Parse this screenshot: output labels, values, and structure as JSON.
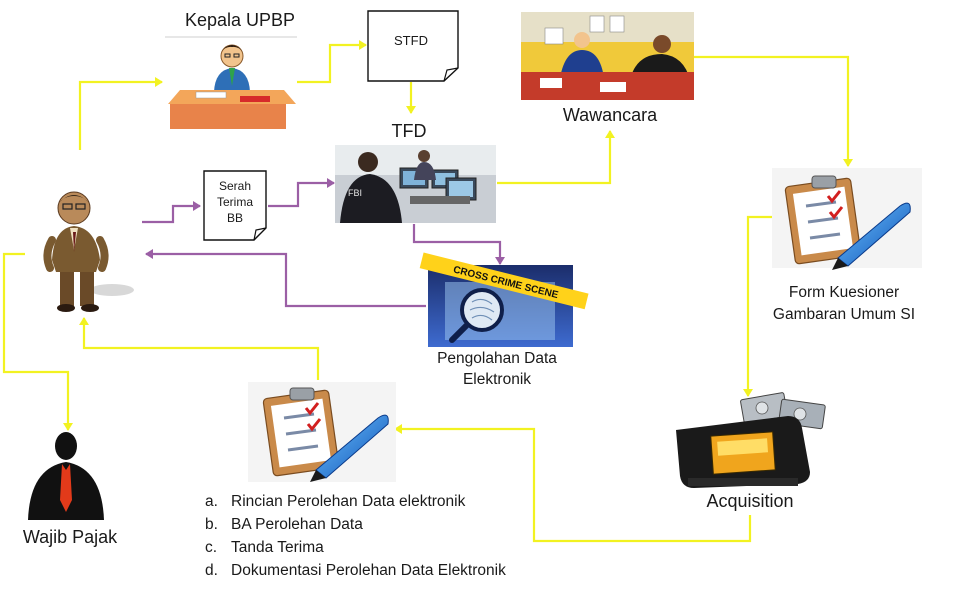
{
  "nodes": {
    "kepala": {
      "label": "Kepala UPBP"
    },
    "stfd": {
      "label": "STFD"
    },
    "wawancara": {
      "label": "Wawancara"
    },
    "tfd": {
      "label": "TFD"
    },
    "serah": {
      "lines": [
        "Serah",
        "Terima",
        "BB"
      ]
    },
    "pengolahan": {
      "lines": [
        "Pengolahan Data",
        "Elektronik"
      ],
      "banner_text": "CROSS CRIME SCENE"
    },
    "form": {
      "lines": [
        "Form Kuesioner",
        "Gambaran Umum SI"
      ]
    },
    "acquisition": {
      "label": "Acquisition"
    },
    "wajib": {
      "label": "Wajib Pajak"
    }
  },
  "outputs": [
    {
      "marker": "a.",
      "text": "Rincian Perolehan Data  elektronik"
    },
    {
      "marker": "b.",
      "text": "BA Perolehan Data"
    },
    {
      "marker": "c.",
      "text": "Tanda Terima"
    },
    {
      "marker": "d.",
      "text": "Dokumentasi Perolehan Data Elektronik"
    }
  ],
  "colors": {
    "yellow_arrow": "#f2f221",
    "purple_arrow": "#9b5fa5"
  }
}
